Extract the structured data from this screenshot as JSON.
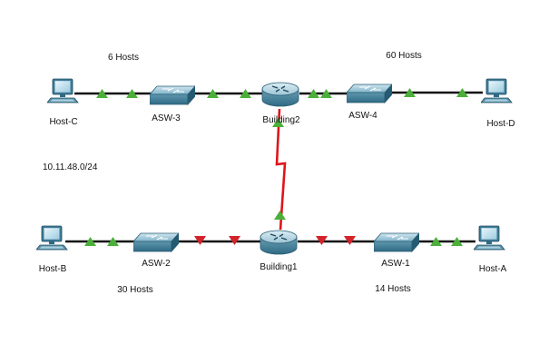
{
  "colors": {
    "link": "#111111",
    "serial_link": "#e0151b",
    "port_up": "#4caf3a",
    "port_down": "#d2232a"
  },
  "annotations": {
    "hosts_c": "6 Hosts",
    "hosts_d": "60 Hosts",
    "hosts_b": "30 Hosts",
    "hosts_a": "14 Hosts",
    "network": "10.11.48.0/24"
  },
  "devices": {
    "host_c": {
      "label": "Host-C",
      "icon": "pc-icon"
    },
    "asw3": {
      "label": "ASW-3",
      "icon": "switch-icon"
    },
    "building2": {
      "label": "Building2",
      "icon": "router-icon"
    },
    "asw4": {
      "label": "ASW-4",
      "icon": "switch-icon"
    },
    "host_d": {
      "label": "Host-D",
      "icon": "pc-icon"
    },
    "host_b": {
      "label": "Host-B",
      "icon": "pc-icon"
    },
    "asw2": {
      "label": "ASW-2",
      "icon": "switch-icon"
    },
    "building1": {
      "label": "Building1",
      "icon": "router-icon"
    },
    "asw1": {
      "label": "ASW-1",
      "icon": "switch-icon"
    },
    "host_a": {
      "label": "Host-A",
      "icon": "pc-icon"
    }
  }
}
